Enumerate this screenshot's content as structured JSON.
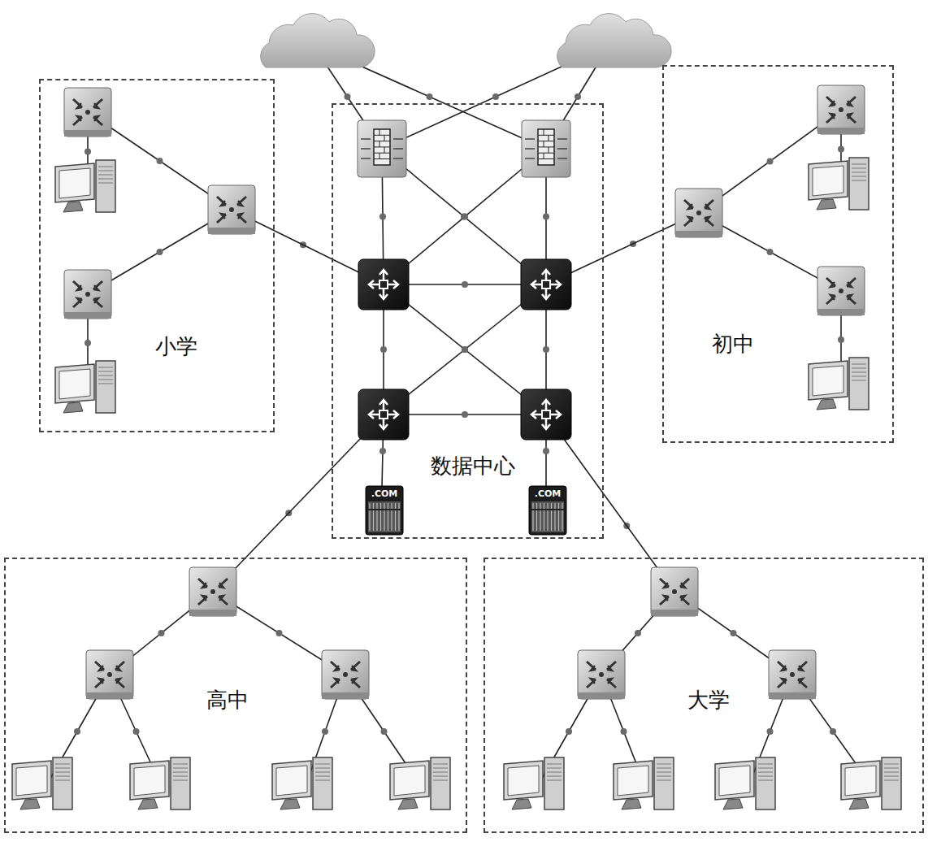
{
  "diagram": {
    "nodes": [
      {
        "text": [
          "小学"
        ]
      },
      {
        "text": [
          "数据中心"
        ]
      },
      {
        "text": [
          "初中"
        ]
      },
      {
        "text": [
          ".COM"
        ],
        "in": 1
      },
      {
        "text": [
          ".COM"
        ],
        "in": 1
      },
      {
        "text": [
          "高中"
        ]
      },
      {
        "text": [
          "大学"
        ]
      }
    ],
    "edges": [
      {
        "from": 0,
        "to": 1,
        "arrow": "none"
      },
      {
        "from": 2,
        "to": 1,
        "arrow": "none"
      },
      {
        "from": 1,
        "to": 5,
        "arrow": "none"
      },
      {
        "from": 1,
        "to": 6,
        "arrow": "none"
      }
    ]
  }
}
